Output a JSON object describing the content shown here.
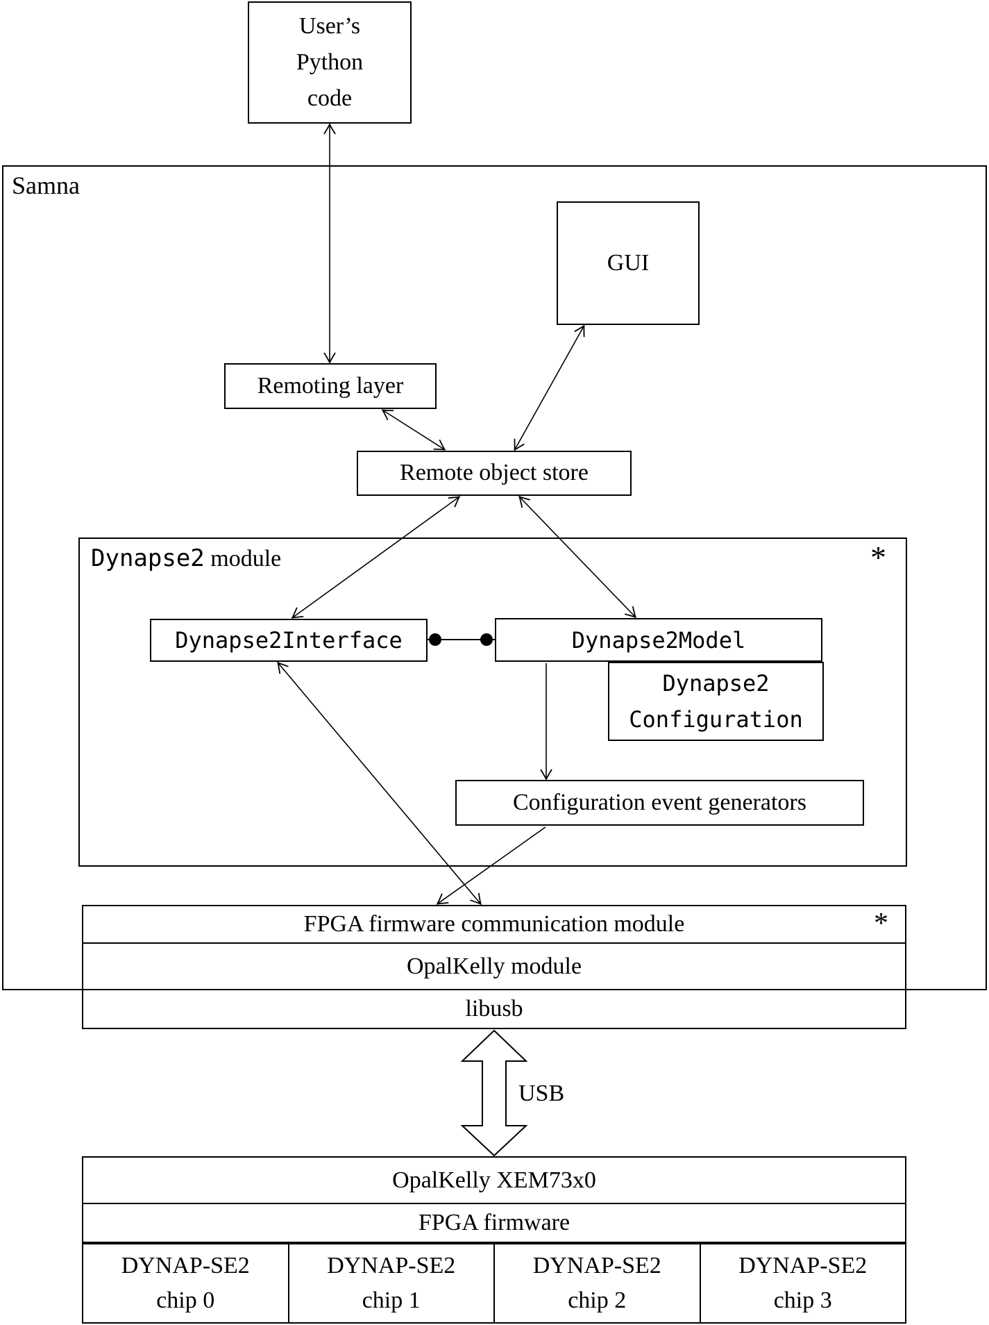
{
  "diagram": {
    "samna_label": "Samna",
    "user_python_code": {
      "lines": [
        "User’s",
        "Python",
        "code"
      ]
    },
    "gui": "GUI",
    "remoting_layer": "Remoting layer",
    "remote_object_store": "Remote object store",
    "dynapse2_module": {
      "name_mono": "Dynapse2",
      "name_rest": " module",
      "asterisk": "*"
    },
    "dynapse2_interface": "Dynapse2Interface",
    "dynapse2_model": "Dynapse2Model",
    "dynapse2_configuration": {
      "lines": [
        "Dynapse2",
        "Configuration"
      ]
    },
    "config_event_generators": "Configuration event generators",
    "software_stack": {
      "fpga_comm": "FPGA firmware communication module",
      "fpga_comm_asterisk": "*",
      "opalkelly_module": "OpalKelly module",
      "libusb": "libusb"
    },
    "usb_label": "USB",
    "hardware_stack": {
      "opalkelly_board": "OpalKelly XEM73x0",
      "fpga_firmware": "FPGA firmware"
    },
    "chips": [
      {
        "line1": "DYNAP-SE2",
        "line2": "chip 0"
      },
      {
        "line1": "DYNAP-SE2",
        "line2": "chip 1"
      },
      {
        "line1": "DYNAP-SE2",
        "line2": "chip 2"
      },
      {
        "line1": "DYNAP-SE2",
        "line2": "chip 3"
      }
    ]
  }
}
